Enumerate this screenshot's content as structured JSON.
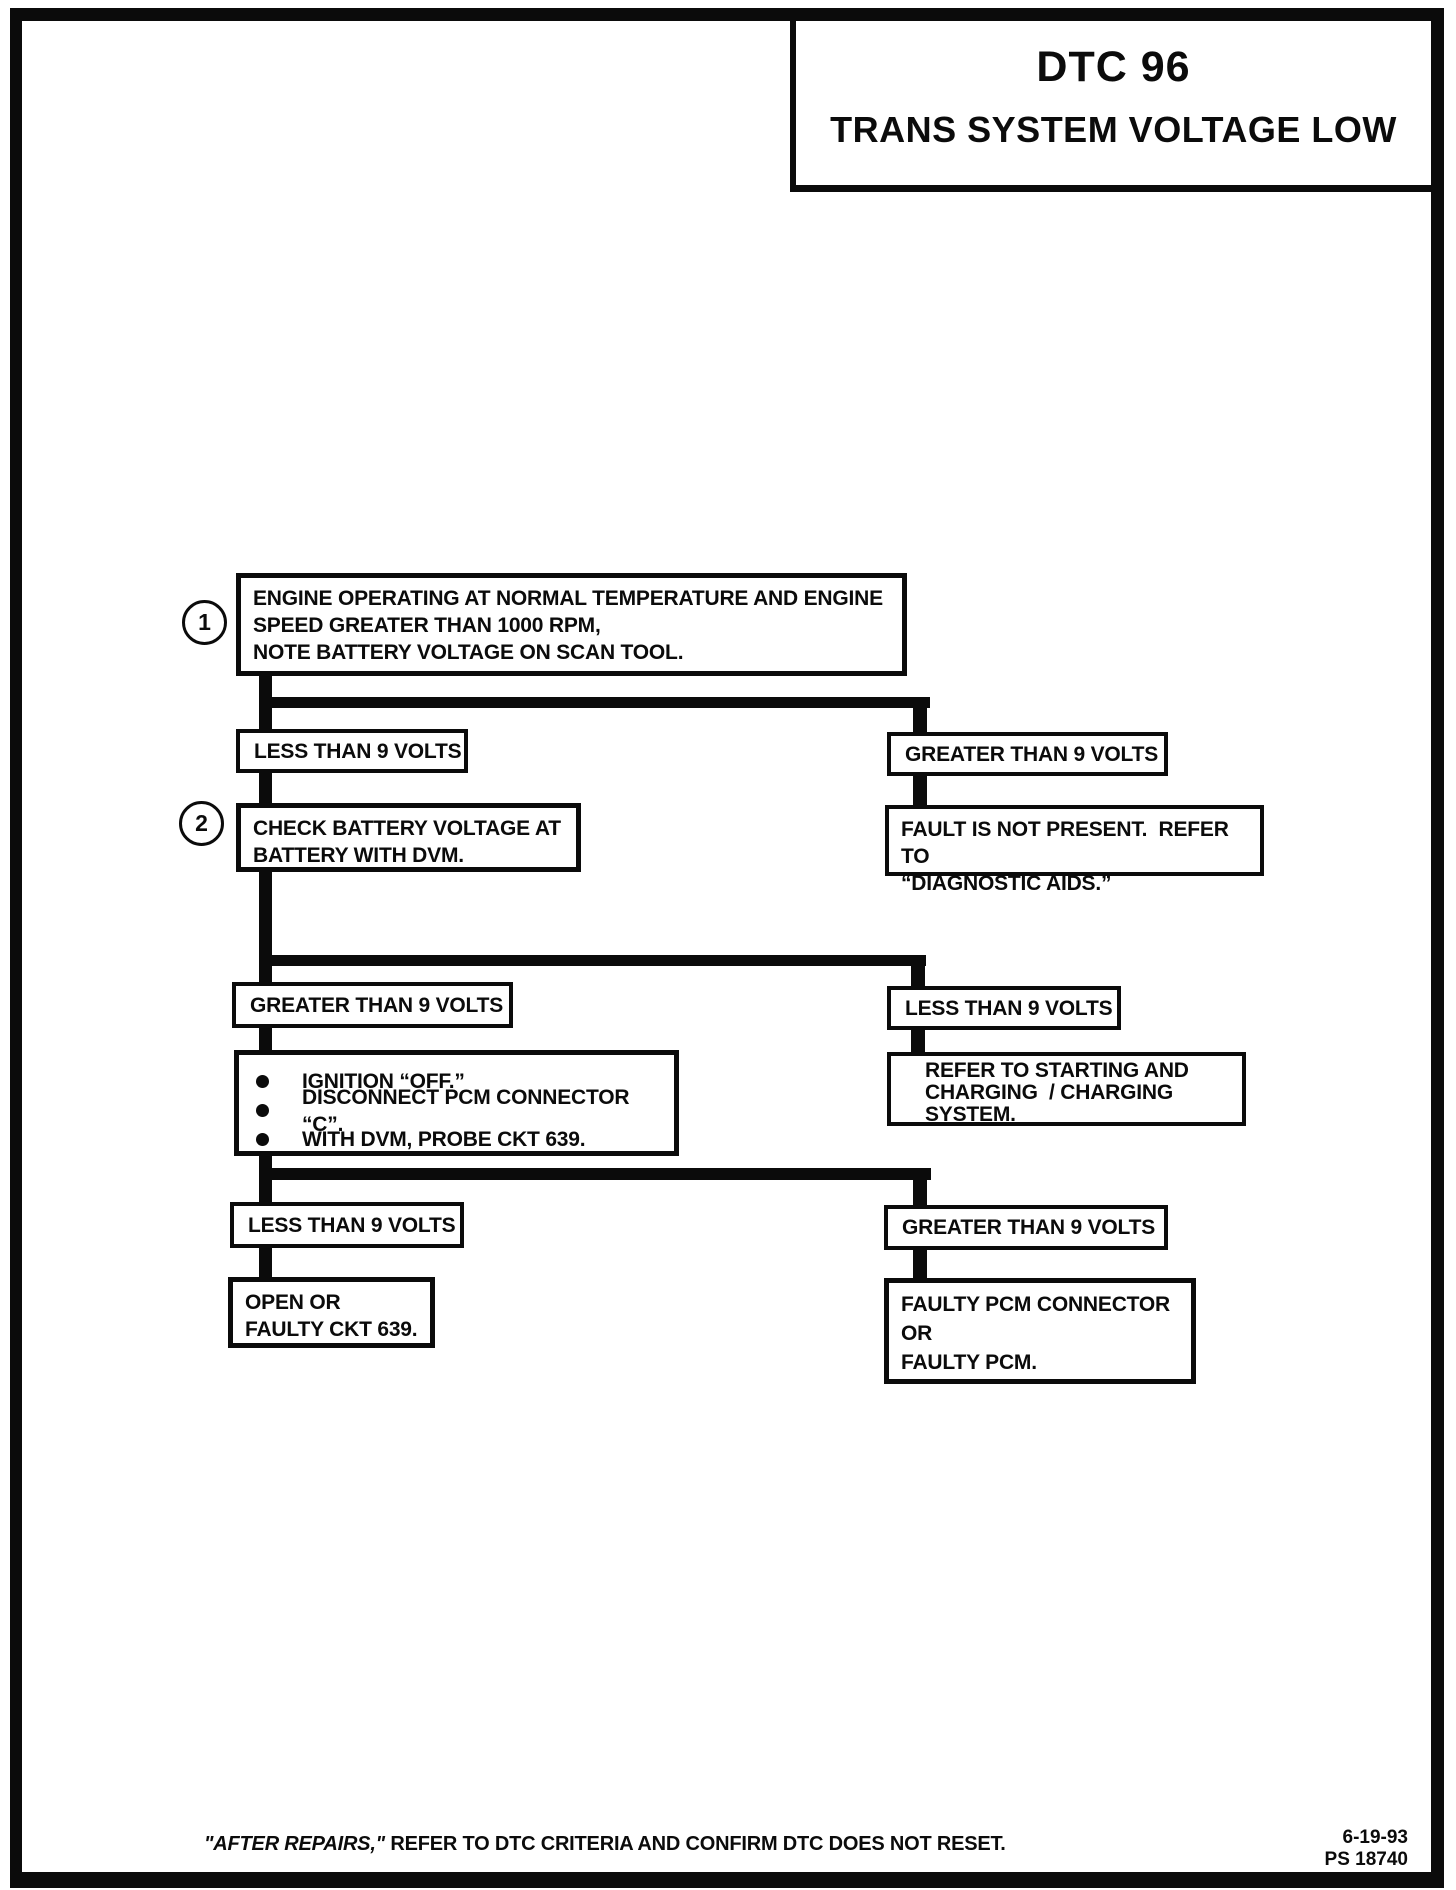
{
  "title": {
    "code": "DTC 96",
    "name": "TRANS SYSTEM VOLTAGE LOW"
  },
  "nodes": {
    "step1": {
      "number": "1",
      "text": "ENGINE OPERATING AT NORMAL TEMPERATURE AND ENGINE\nSPEED GREATER THAN 1000 RPM,\nNOTE BATTERY VOLTAGE ON SCAN TOOL."
    },
    "less_than_9_level1": {
      "label": "LESS THAN 9 VOLTS"
    },
    "greater_than_9_level1": {
      "label": "GREATER THAN 9 VOLTS"
    },
    "step2": {
      "number": "2",
      "text": "CHECK BATTERY VOLTAGE AT\nBATTERY WITH DVM."
    },
    "fault_not_present": {
      "text": "FAULT IS NOT PRESENT.  REFER TO\n“DIAGNOSTIC AIDS.”"
    },
    "greater_than_9_level2": {
      "label": "GREATER THAN 9 VOLTS"
    },
    "less_than_9_level2": {
      "label": "LESS THAN 9 VOLTS"
    },
    "step3": {
      "items": [
        "IGNITION “OFF.”",
        "DISCONNECT PCM CONNECTOR “C”.",
        "WITH DVM, PROBE CKT 639."
      ]
    },
    "refer_charging": {
      "text": "REFER TO STARTING AND\nCHARGING  / CHARGING\nSYSTEM."
    },
    "less_than_9_level3": {
      "label": "LESS THAN 9 VOLTS"
    },
    "greater_than_9_level3": {
      "label": "GREATER THAN 9 VOLTS"
    },
    "open_ckt": {
      "text": "OPEN OR\nFAULTY CKT 639."
    },
    "faulty_pcm": {
      "text": "FAULTY PCM CONNECTOR\nOR\nFAULTY PCM."
    }
  },
  "footer": {
    "note_italic": "\"AFTER REPAIRS,\"",
    "note_rest": " REFER TO DTC CRITERIA AND CONFIRM DTC DOES NOT RESET.",
    "date": "6-19-93",
    "doc_number": "PS 18740"
  },
  "colors": {
    "ink": "#0b0b0b",
    "paper": "#ffffff"
  }
}
